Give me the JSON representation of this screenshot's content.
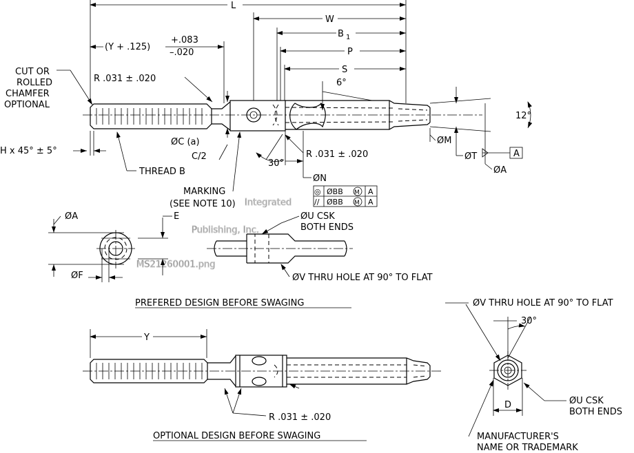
{
  "watermark": {
    "line1": "Integrated",
    "line2": "Publishing, Inc.",
    "line3": "MS21260001.png"
  },
  "dimensions": {
    "L": "L",
    "W": "W",
    "B": "B",
    "B_sub": "1",
    "P": "P",
    "S": "S",
    "six_deg": "6°",
    "twelve_deg": "12°",
    "y_expr": "(Y + .125)",
    "tol_plus": "+.083",
    "tol_minus": "–.020",
    "r_031_top": "R .031 ± .020",
    "r_031_mid": "R .031 ± .020",
    "r_031_bottom": "R .031 ± .020",
    "cut_or": "CUT OR",
    "rolled": "ROLLED",
    "chamfer": "CHAMFER",
    "optional": "OPTIONAL",
    "h45": "H x 45° ± 5°",
    "thread_b": "THREAD B",
    "dia_c": "ØC (a)",
    "c_half": "C/2",
    "thirty_top": "30°",
    "dia_n": "ØN",
    "dia_m": "ØM",
    "dia_t": "ØT",
    "datum_a": "A",
    "dia_a_right": "ØA",
    "marking": "MARKING",
    "see_note": "(SEE NOTE 10)",
    "dia_a_left": "ØA",
    "e_label": "E",
    "dia_f": "ØF",
    "dia_u_csk": "ØU CSK",
    "both_ends": "BOTH ENDS",
    "dia_v_thru": "ØV THRU HOLE AT 90° TO FLAT",
    "y_label": "Y",
    "dia_v_thru_right": "ØV THRU HOLE AT 90° TO FLAT",
    "thirty_right": "30°",
    "dia_u_csk_right": "ØU CSK",
    "both_ends_right": "BOTH ENDS",
    "d_label": "D",
    "manufacturer": "MANUFACTURER'S",
    "name_trademark": "NAME OR TRADEMARK"
  },
  "fcf": {
    "row1": {
      "symbol": "◎",
      "value": "ØBB",
      "modifier": "M",
      "datum": "A"
    },
    "row2": {
      "symbol": "//",
      "value": "ØBB",
      "modifier": "M",
      "datum": "A"
    }
  },
  "captions": {
    "preferred": "PREFERED DESIGN BEFORE SWAGING",
    "optional": "OPTIONAL DESIGN BEFORE SWAGING"
  }
}
